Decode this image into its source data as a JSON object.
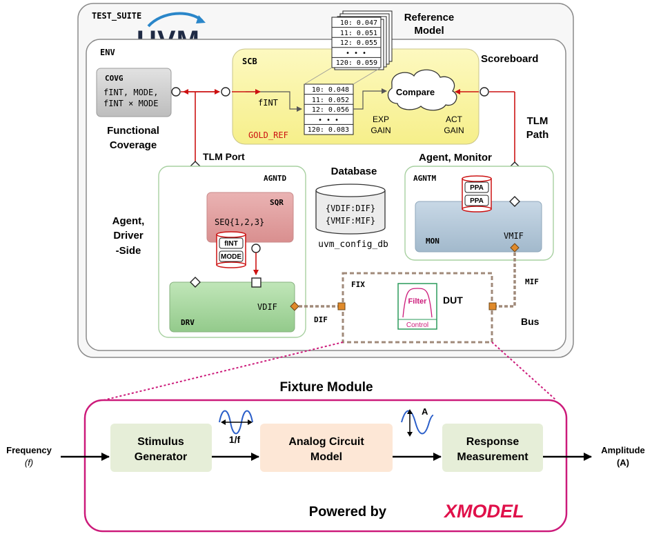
{
  "test_suite": {
    "label": "TEST_SUITE",
    "logo": "UVM"
  },
  "env": {
    "label": "ENV"
  },
  "reference_model": {
    "title_line1": "Reference",
    "title_line2": "Model",
    "table": [
      "10: 0.047",
      "11: 0.051",
      "12: 0.055",
      "• • •",
      "120: 0.059"
    ]
  },
  "scoreboard": {
    "label": "SCB",
    "title": "Scoreboard",
    "input_label": "fINT",
    "gold_ref": "GOLD_REF",
    "compare": "Compare",
    "exp_line1": "EXP",
    "exp_line2": "GAIN",
    "act_line1": "ACT",
    "act_line2": "GAIN",
    "table": [
      "10: 0.048",
      "11: 0.052",
      "12: 0.056",
      "• • •",
      "120: 0.083"
    ]
  },
  "coverage": {
    "label": "COVG",
    "line1": "fINT, MODE,",
    "line2": "fINT × MODE",
    "caption_line1": "Functional",
    "caption_line2": "Coverage"
  },
  "tlm_port": "TLM Port",
  "tlm_path": {
    "line1": "TLM",
    "line2": "Path"
  },
  "agent_monitor": "Agent, Monitor",
  "agent_driver_side": {
    "line1": "Agent,",
    "line2": "Driver",
    "line3": "-Side"
  },
  "agentd": {
    "label": "AGNTD",
    "sqr_label": "SQR",
    "sqr_seq": "SEQ{1,2,3}",
    "db_top": "fINT",
    "db_bottom": "MODE",
    "drv_label": "DRV",
    "vdif": "VDIF"
  },
  "database": {
    "title": "Database",
    "line1": "{VDIF:DIF}",
    "line2": "{VMIF:MIF}",
    "caption": "uvm_config_db"
  },
  "agentm": {
    "label": "AGNTM",
    "ppa_top": "PPA",
    "ppa_bottom": "PPA",
    "mon_label": "MON",
    "vmif": "VMIF"
  },
  "fix": {
    "label": "FIX",
    "dut": "DUT",
    "filter": "Filter",
    "control": "Control",
    "dif": "DIF",
    "mif": "MIF",
    "bus": "Bus"
  },
  "fixture": {
    "title": "Fixture Module",
    "stimulus_line1": "Stimulus",
    "stimulus_line2": "Generator",
    "analog_line1": "Analog Circuit",
    "analog_line2": "Model",
    "response_line1": "Response",
    "response_line2": "Measurement",
    "period_label": "1/f",
    "amp_label": "A",
    "input_line1": "Frequency",
    "input_line2": "(f)",
    "output_line1": "Amplitude",
    "output_line2": "(A)",
    "powered_by": "Powered by",
    "brand": "XMODEL"
  },
  "colors": {
    "arrow_red": "#cc1111",
    "tlm_orange": "#e08a2a",
    "magenta": "#cc1a7a",
    "scb_fill": "#fbf6a8",
    "covg_fill": "#cfcfcf",
    "sqr_fill": "#e3a0a0",
    "drv_fill": "#a9d8a2",
    "mon_fill": "#b4c8d8",
    "green_box": "#e6eed8",
    "peach_box": "#fde7d6",
    "uvm_blue": "#2a86c9",
    "uvm_dark": "#1f2a44"
  }
}
